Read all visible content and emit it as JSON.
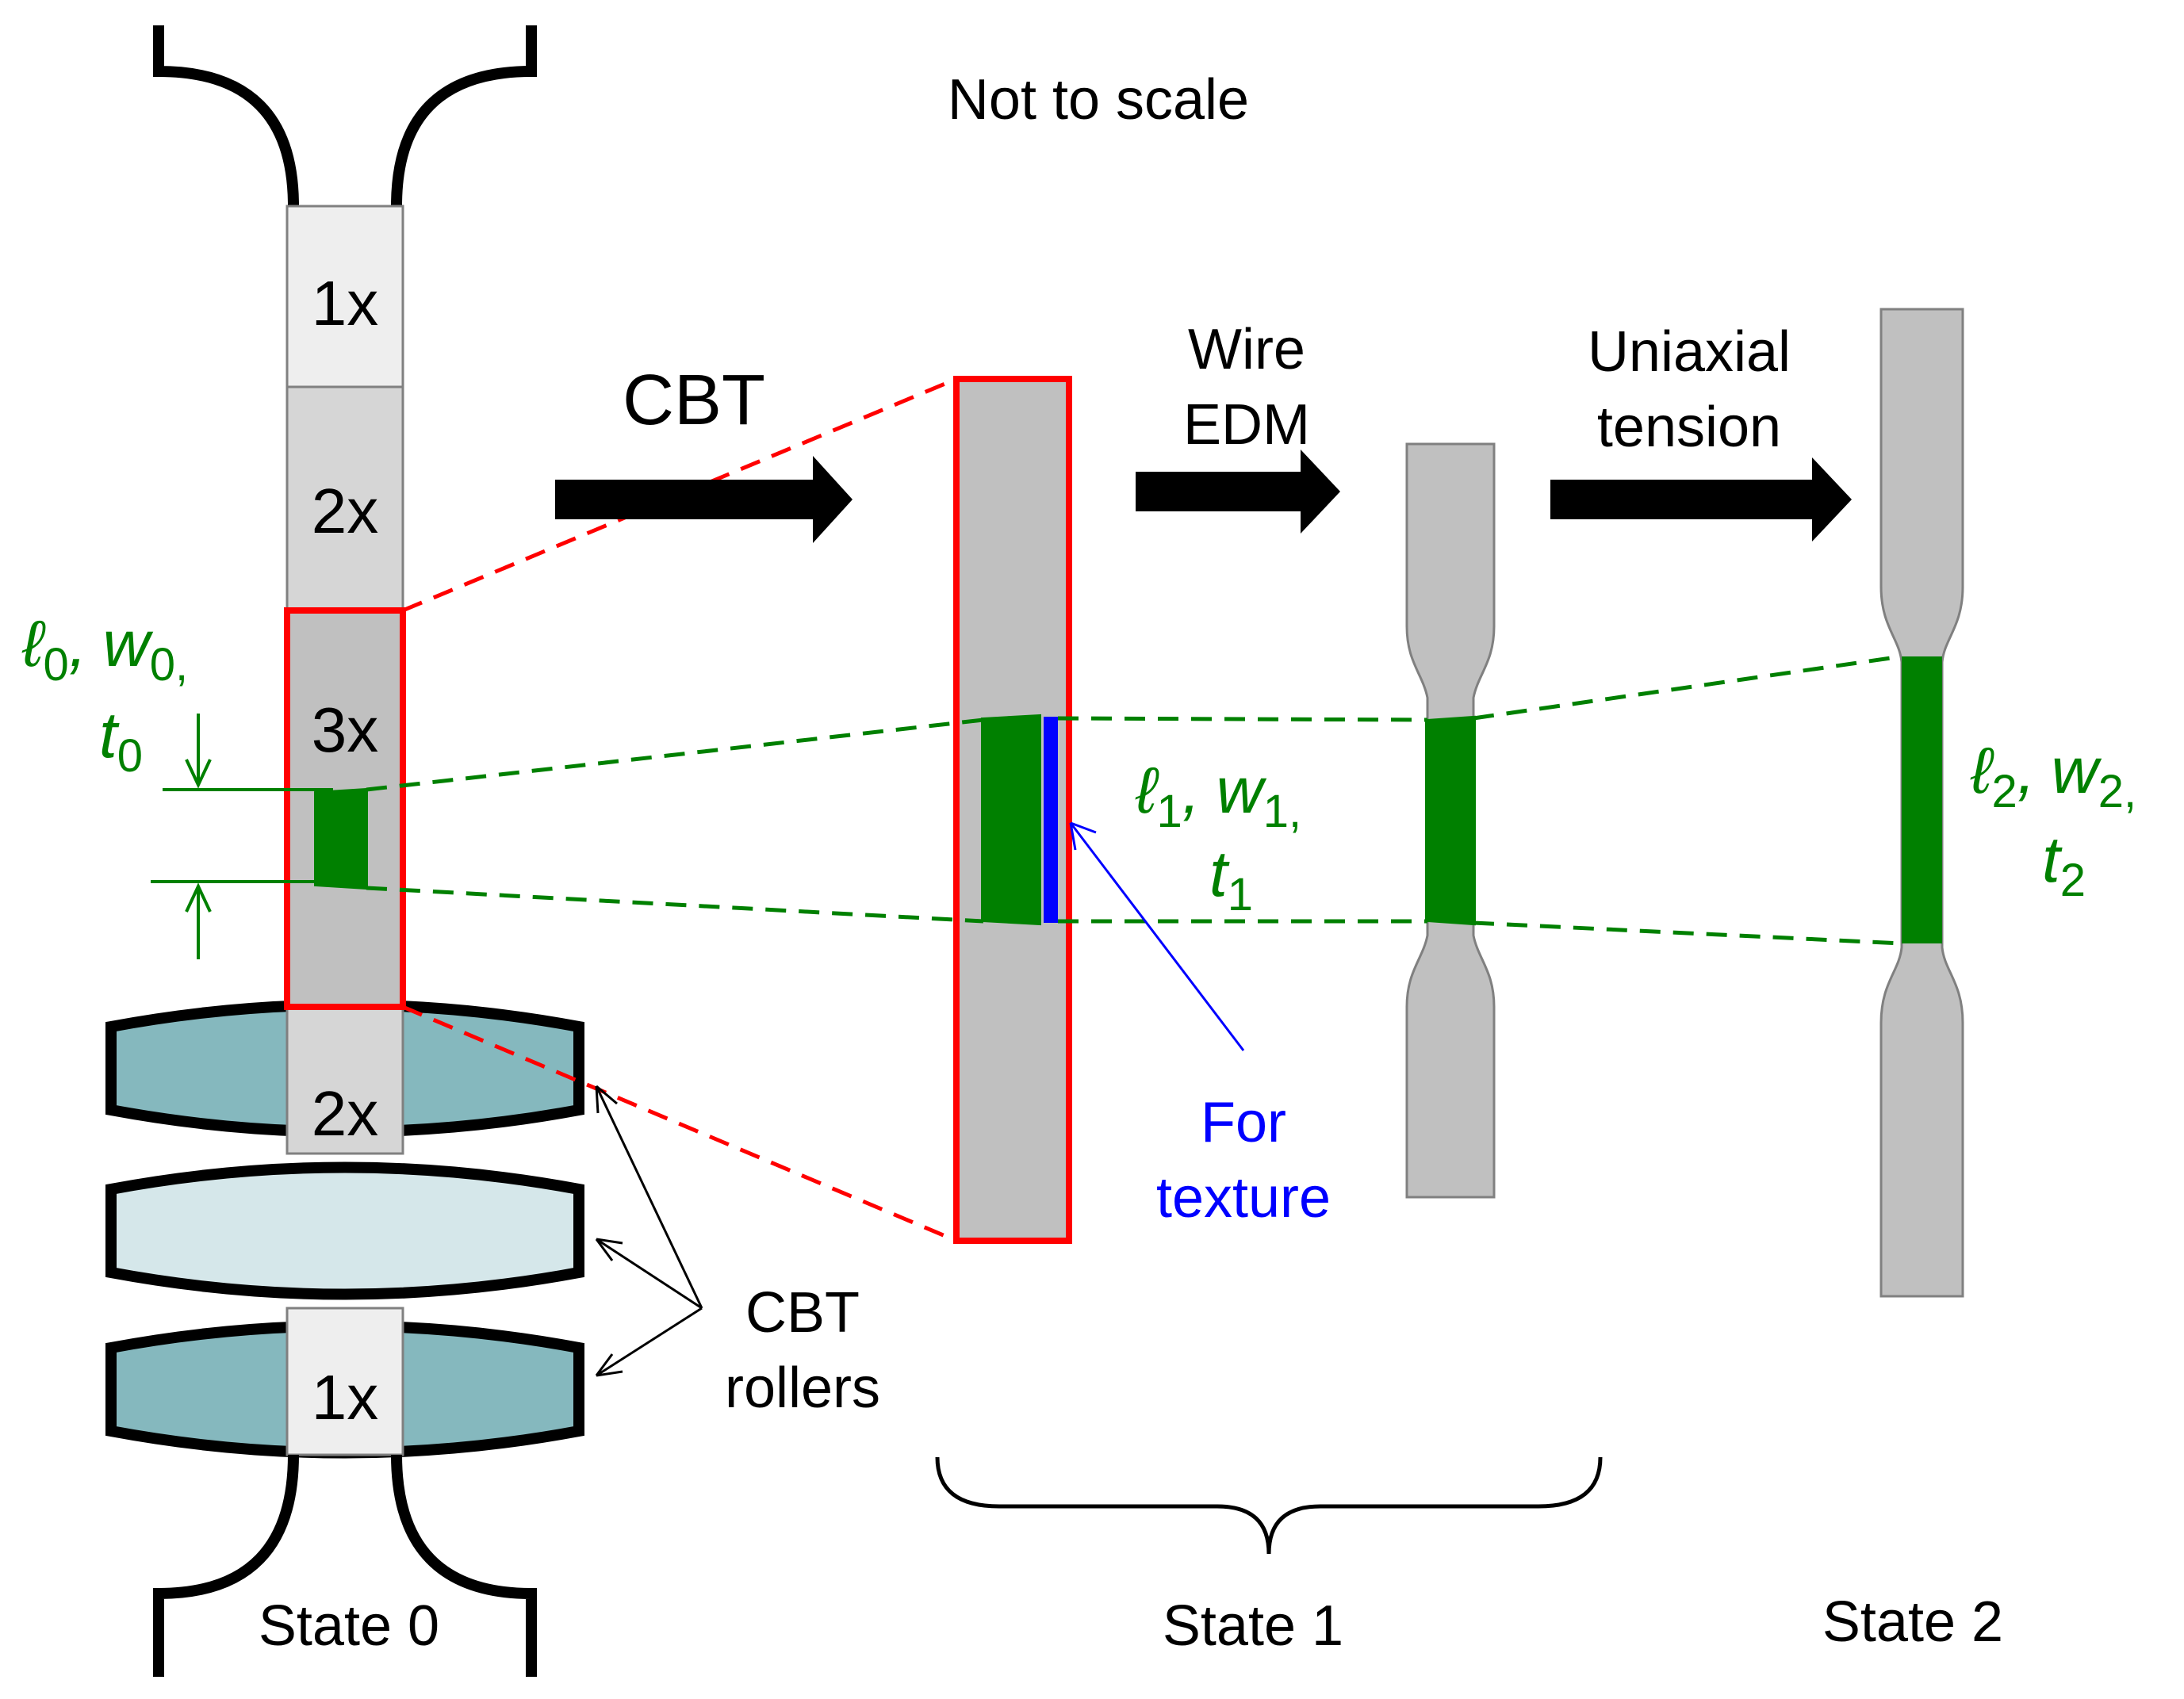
{
  "note": "Not to scale",
  "strip": {
    "segments": [
      "1x",
      "2x",
      "3x",
      "2x",
      "1x"
    ]
  },
  "steps": {
    "cbt": "CBT",
    "wire_edm": [
      "Wire",
      "EDM"
    ],
    "uniaxial": [
      "Uniaxial",
      "tension"
    ]
  },
  "labels": {
    "texture": [
      "For",
      "texture"
    ],
    "rollers": [
      "CBT",
      "rollers"
    ],
    "dims0": {
      "l": "ℓ",
      "l_sub": "0",
      "w": "w",
      "w_sub": "0,",
      "t": "t",
      "t_sub": "0",
      "sep": ","
    },
    "dims1": {
      "l": "ℓ",
      "l_sub": "1",
      "w": "w",
      "w_sub": "1,",
      "t": "t",
      "t_sub": "1",
      "sep": ","
    },
    "dims2": {
      "l": "ℓ",
      "l_sub": "2",
      "w": "w",
      "w_sub": "2,",
      "t": "t",
      "t_sub": "2",
      "sep": ","
    }
  },
  "states": [
    "State 0",
    "State 1",
    "State 2"
  ],
  "colors": {
    "strip_gray": "#c0c0c0",
    "red_box": "#ff0000",
    "green_gauge": "#008000",
    "blue_texture": "#0000ff",
    "roller_teal": "#85b8be",
    "roller_light": "#d5e7ea"
  }
}
